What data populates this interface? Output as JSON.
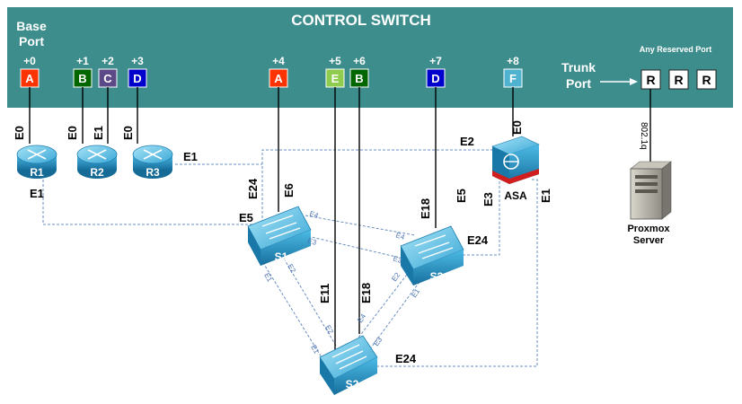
{
  "banner": {
    "title": "CONTROL SWITCH",
    "base_port_line1": "Base",
    "base_port_line2": "Port",
    "trunk_port_line1": "Trunk",
    "trunk_port_line2": "Port",
    "reserved_label": "Any Reserved Port",
    "colors": {
      "banner": "#3e8d8d",
      "white": "#ffffff"
    }
  },
  "ports": [
    {
      "offset": "+0",
      "letter": "A",
      "color": "#ff3300"
    },
    {
      "offset": "+1",
      "letter": "B",
      "color": "#006600"
    },
    {
      "offset": "+2",
      "letter": "C",
      "color": "#5c4a88"
    },
    {
      "offset": "+3",
      "letter": "D",
      "color": "#0000cc"
    },
    {
      "offset": "+4",
      "letter": "A",
      "color": "#ff3300"
    },
    {
      "offset": "+5",
      "letter": "E",
      "color": "#8fcc4d"
    },
    {
      "offset": "+6",
      "letter": "B",
      "color": "#006600"
    },
    {
      "offset": "+7",
      "letter": "D",
      "color": "#0000cc"
    },
    {
      "offset": "+8",
      "letter": "F",
      "color": "#4fb3d0"
    }
  ],
  "reserved_ports": [
    "R",
    "R",
    "R"
  ],
  "devices": {
    "r1": "R1",
    "r2": "R2",
    "r3": "R3",
    "s1": "S1",
    "s2": "S2",
    "s3": "S3",
    "asa": "ASA",
    "server_line1": "Proxmox",
    "server_line2": "Server"
  },
  "links": {
    "dot1q": "802.1q",
    "r1_e0": "E0",
    "r2_e0": "E0",
    "r2_e1": "E1",
    "r3_e0": "E0",
    "r3_e1": "E1",
    "r1_e1": "E1",
    "s1_e24": "E24",
    "s1_e6": "E6",
    "s1_e5": "E5",
    "s3_e18": "E18",
    "s3_e5": "E5",
    "s3_e24": "E24",
    "asa_e0": "E0",
    "asa_e2": "E2",
    "asa_e3": "E3",
    "asa_e1": "E1",
    "s2_e11": "E11",
    "s2_e18": "E18",
    "s2_e24": "E24",
    "s1_e4": "E4",
    "s1_e3": "E3",
    "s1_e2": "E2",
    "s1_e1": "E1",
    "s3_e4": "E4",
    "s3_e3": "E3",
    "s3_e2": "E2",
    "s3_e1": "E1",
    "s2_e2": "E2",
    "s2_e1": "E1",
    "s2_e4": "E4",
    "s2_e3": "E3"
  },
  "colors": {
    "device_blue": "#1e8fc4",
    "device_light": "#7fd0ee",
    "dashed_link": "#6a8fc0",
    "asa_red": "#d01e1e"
  }
}
